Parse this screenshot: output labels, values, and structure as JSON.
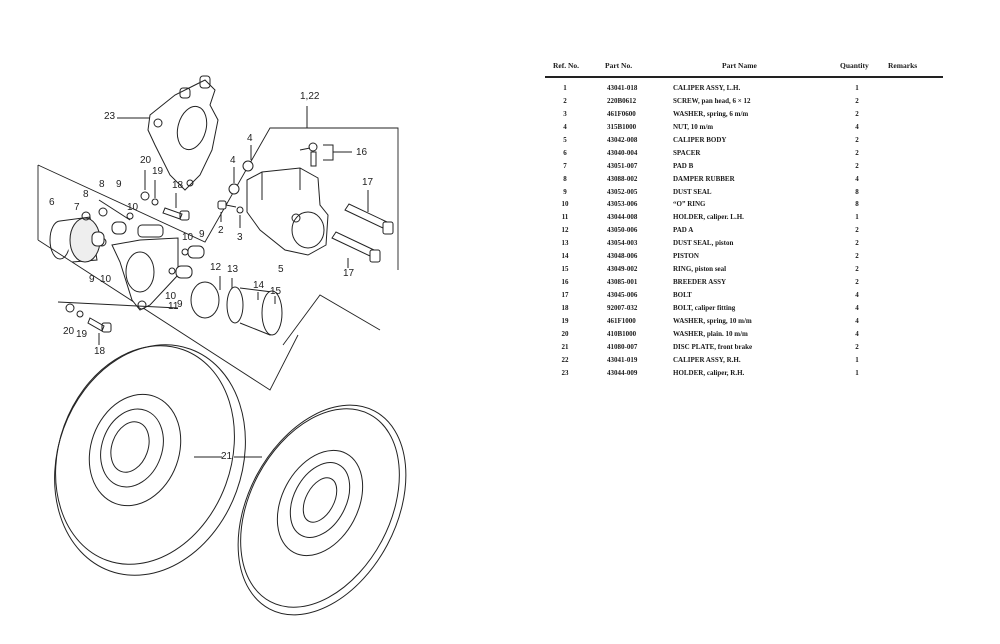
{
  "table": {
    "headers": {
      "ref_no": "Ref. No.",
      "part_no": "Part No.",
      "part_name": "Part Name",
      "quantity": "Quantity",
      "remarks": "Remarks"
    },
    "rows": [
      {
        "ref": "1",
        "part_no": "43041-018",
        "name": "CALIPER ASSY, L.H.",
        "qty": "1",
        "remarks": ""
      },
      {
        "ref": "2",
        "part_no": "220B0612",
        "name": "SCREW, pan head, 6 × 12",
        "qty": "2",
        "remarks": ""
      },
      {
        "ref": "3",
        "part_no": "461F0600",
        "name": "WASHER, spring, 6 m/m",
        "qty": "2",
        "remarks": ""
      },
      {
        "ref": "4",
        "part_no": "315B1000",
        "name": "NUT, 10 m/m",
        "qty": "4",
        "remarks": ""
      },
      {
        "ref": "5",
        "part_no": "43042-008",
        "name": "CALIPER BODY",
        "qty": "2",
        "remarks": ""
      },
      {
        "ref": "6",
        "part_no": "43040-004",
        "name": "SPACER",
        "qty": "2",
        "remarks": ""
      },
      {
        "ref": "7",
        "part_no": "43051-007",
        "name": "PAD B",
        "qty": "2",
        "remarks": ""
      },
      {
        "ref": "8",
        "part_no": "43088-002",
        "name": "DAMPER RUBBER",
        "qty": "4",
        "remarks": ""
      },
      {
        "ref": "9",
        "part_no": "43052-005",
        "name": "DUST SEAL",
        "qty": "8",
        "remarks": ""
      },
      {
        "ref": "10",
        "part_no": "43053-006",
        "name": "“O” RING",
        "qty": "8",
        "remarks": ""
      },
      {
        "ref": "11",
        "part_no": "43044-008",
        "name": "HOLDER, caliper. L.H.",
        "qty": "1",
        "remarks": ""
      },
      {
        "ref": "12",
        "part_no": "43050-006",
        "name": "PAD A",
        "qty": "2",
        "remarks": ""
      },
      {
        "ref": "13",
        "part_no": "43054-003",
        "name": "DUST SEAL, piston",
        "qty": "2",
        "remarks": ""
      },
      {
        "ref": "14",
        "part_no": "43048-006",
        "name": "PISTON",
        "qty": "2",
        "remarks": ""
      },
      {
        "ref": "15",
        "part_no": "43049-002",
        "name": "RING, piston seal",
        "qty": "2",
        "remarks": ""
      },
      {
        "ref": "16",
        "part_no": "43085-001",
        "name": "BREEDER ASSY",
        "qty": "2",
        "remarks": ""
      },
      {
        "ref": "17",
        "part_no": "43045-006",
        "name": "BOLT",
        "qty": "4",
        "remarks": ""
      },
      {
        "ref": "18",
        "part_no": "92007-032",
        "name": "BOLT, caliper fitting",
        "qty": "4",
        "remarks": ""
      },
      {
        "ref": "19",
        "part_no": "461F1000",
        "name": "WASHER, spring, 10 m/m",
        "qty": "4",
        "remarks": ""
      },
      {
        "ref": "20",
        "part_no": "410B1000",
        "name": "WASHER, plain. 10 m/m",
        "qty": "4",
        "remarks": ""
      },
      {
        "ref": "21",
        "part_no": "41080-007",
        "name": "DISC PLATE, front brake",
        "qty": "2",
        "remarks": ""
      },
      {
        "ref": "22",
        "part_no": "43041-019",
        "name": "CALIPER ASSY, R.H.",
        "qty": "1",
        "remarks": ""
      },
      {
        "ref": "23",
        "part_no": "43044-009",
        "name": "HOLDER, caliper, R.H.",
        "qty": "1",
        "remarks": ""
      }
    ]
  },
  "diagram": {
    "callouts": {
      "c23": "23",
      "c1_22": "1,22",
      "c16": "16",
      "c4a": "4",
      "c4b": "4",
      "c20a": "20",
      "c19a": "19",
      "c18a": "18",
      "c8a": "8",
      "c9a": "9",
      "c8b": "8",
      "c7": "7",
      "c6": "6",
      "c10a": "10",
      "c17a": "17",
      "c2": "2",
      "c3": "3",
      "c10b": "10",
      "c9b": "9",
      "c5": "5",
      "c9c": "9",
      "c10c": "10",
      "c12": "12",
      "c13": "13",
      "c14": "14",
      "c15": "15",
      "c17b": "17",
      "c10d": "10",
      "c9d": "9",
      "c11": "11",
      "c20b": "20",
      "c19b": "19",
      "c18b": "18",
      "c21": "21"
    }
  }
}
